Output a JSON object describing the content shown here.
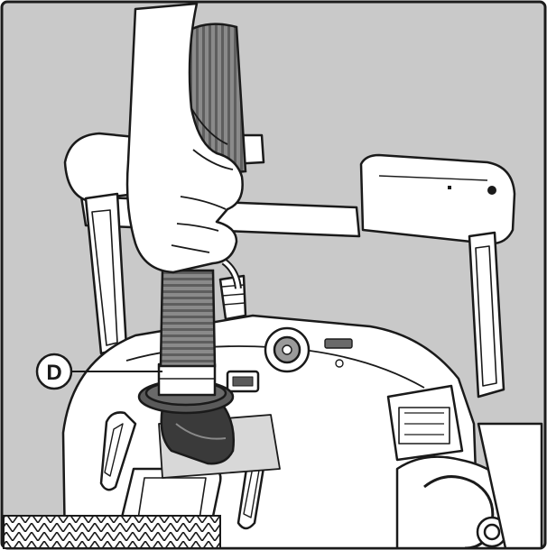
{
  "callout": {
    "label": "D"
  },
  "colors": {
    "background": "#c9c9c9",
    "frame_border": "#1c1c1c",
    "robot_fill": "#ffffff",
    "outline": "#1a1a1a",
    "hose_fill": "#8a8a8a",
    "connector_ring": "#5a5a5a",
    "dark_part": "#3a3a3a",
    "hand_fill": "#ffffff"
  },
  "parts": {
    "hand": "hand-illustration",
    "hose": "corrugated-hose",
    "handle": "carry-handle",
    "connector": "hose-swivel-connector",
    "robot": "pool-robot-body"
  }
}
